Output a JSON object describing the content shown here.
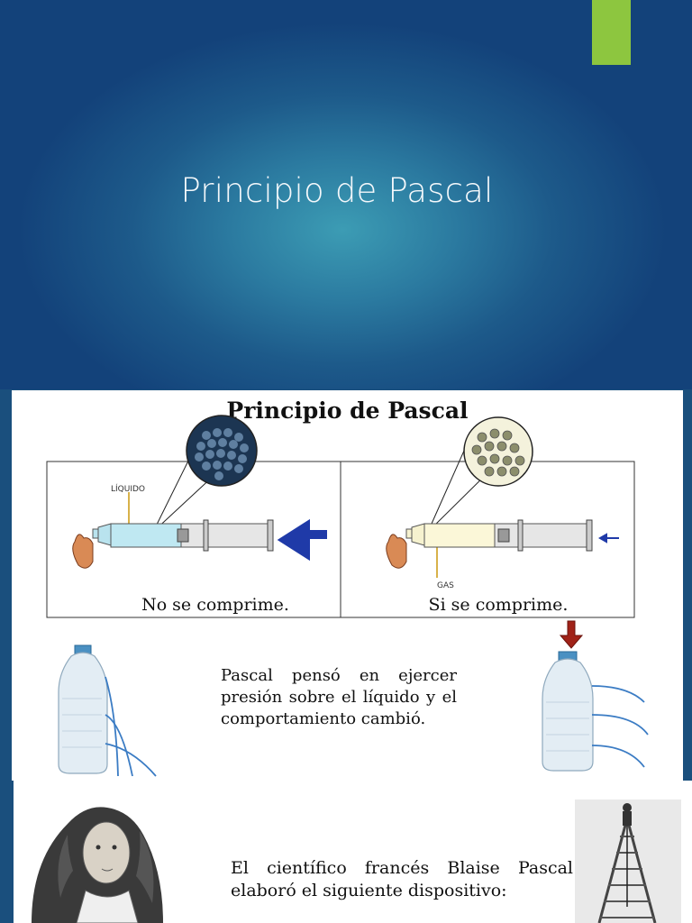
{
  "slide": {
    "title": "Principio de Pascal",
    "accent_color": "#8dc63f"
  },
  "diagram": {
    "title": "Principio de Pascal",
    "left": {
      "label": "LÍQUIDO",
      "caption": "No se comprime."
    },
    "right": {
      "label": "GAS",
      "caption": "Si se comprime."
    }
  },
  "bottles": {
    "text": "Pascal pensó en ejercer presión sobre el líquido y el comportamiento cambió."
  },
  "device": {
    "text": "El científico francés Blaise Pascal elaboró el siguiente dispositivo:"
  }
}
